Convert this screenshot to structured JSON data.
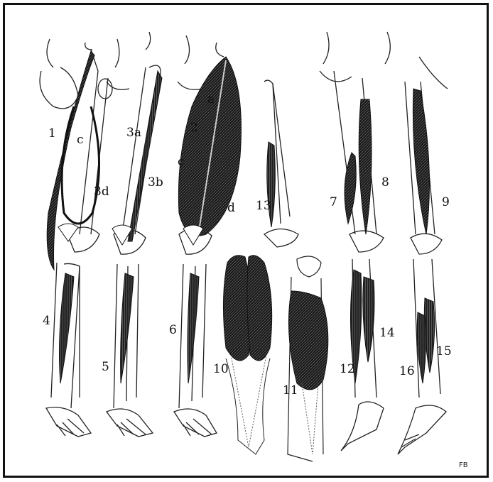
{
  "figure": {
    "labels": {
      "l1": "1",
      "l2": "2",
      "l3a": "3a",
      "l3b": "3b",
      "l3d": "3d",
      "l4": "4",
      "l5": "5",
      "l6": "6",
      "l7": "7",
      "l8": "8",
      "l9": "9",
      "l10": "10",
      "l11": "11",
      "l12": "12",
      "l13": "13",
      "l14": "14",
      "l15": "15",
      "l16": "16",
      "la": "a",
      "lc1": "c",
      "lc2": "c",
      "ld": "d"
    },
    "signature": "FB"
  },
  "colors": {
    "ink": "#111111",
    "muscle": "#1a1a1a",
    "paper": "#ffffff"
  }
}
